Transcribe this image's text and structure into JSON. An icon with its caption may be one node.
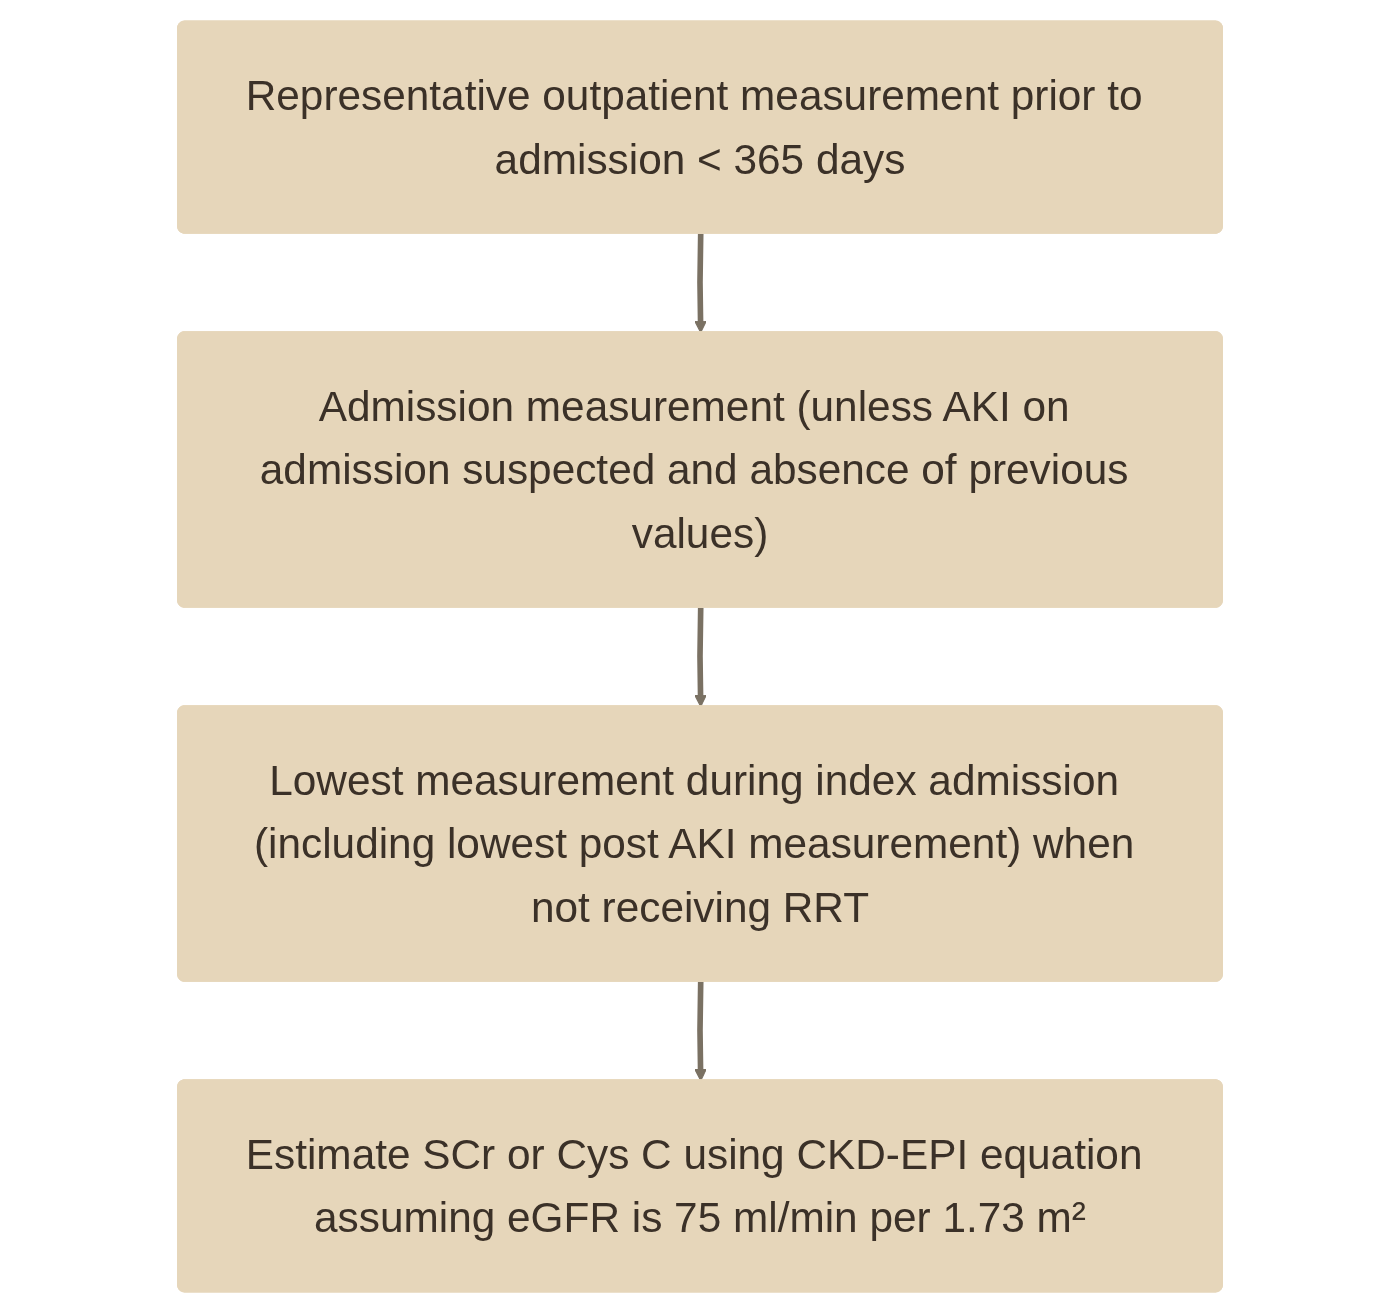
{
  "diagram": {
    "nodes": [
      {
        "text": [
          "Representative outpatient measurement prior to admission < 365 days"
        ]
      },
      {
        "text": [
          "Admission measurement (unless AKI on admission suspected and absence of previous values)"
        ]
      },
      {
        "text": [
          "Lowest measurement during index admission (including lowest post AKI measurement) when not receiving RRT"
        ]
      },
      {
        "text": [
          "Estimate SCr or Cys C using CKD-EPI equation assuming eGFR is 75 ml/min per 1.73 m²"
        ]
      }
    ],
    "edges": [
      {
        "from": 0,
        "to": 1,
        "arrow": "to"
      },
      {
        "from": 1,
        "to": 2,
        "arrow": "to"
      },
      {
        "from": 2,
        "to": 3,
        "arrow": "to"
      }
    ]
  }
}
